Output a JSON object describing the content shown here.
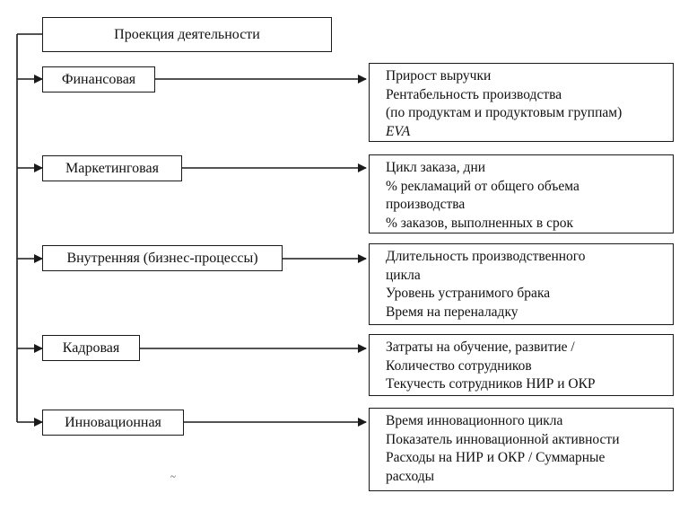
{
  "diagram": {
    "root": {
      "label": "Проекция деятельности"
    },
    "categories": [
      {
        "label": "Финансовая"
      },
      {
        "label": "Маркетинговая"
      },
      {
        "label": "Внутренняя (бизнес-процессы)"
      },
      {
        "label": "Кадровая"
      },
      {
        "label": "Инновационная"
      }
    ],
    "metrics": [
      {
        "lines": [
          "Прирост выручки",
          "Рентабельность производства",
          "(по продуктам и продуктовым группам)",
          "EVA"
        ]
      },
      {
        "lines": [
          "Цикл заказа, дни",
          "% рекламаций от общего объема",
          "производства",
          "% заказов, выполненных в срок"
        ]
      },
      {
        "lines": [
          "Длительность производственного",
          "цикла",
          "Уровень устранимого брака",
          "Время на переналадку"
        ]
      },
      {
        "lines": [
          "Затраты на обучение, развитие /",
          "Количество сотрудников",
          "Текучесть сотрудников НИР и ОКР"
        ]
      },
      {
        "lines": [
          "Время инновационного цикла",
          "Показатель инновационной активности",
          "Расходы на НИР и ОКР / Суммарные",
          "расходы"
        ]
      }
    ]
  }
}
